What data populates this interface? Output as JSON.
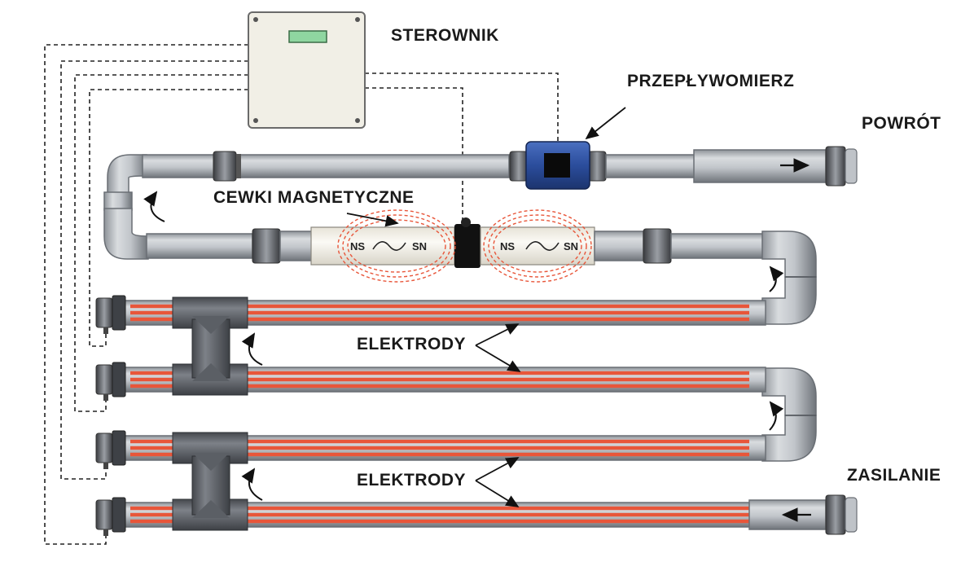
{
  "labels": {
    "controller": "STEROWNIK",
    "flowmeter": "PRZEPŁYWOMIERZ",
    "return": "POWRÓT",
    "coils": "CEWKI MAGNETYCZNE",
    "electrodes_1": "ELEKTRODY",
    "electrodes_2": "ELEKTRODY",
    "supply": "ZASILANIE"
  },
  "coils": {
    "coil_1": {
      "left": "NS",
      "right": "SN"
    },
    "coil_2": {
      "left": "NS",
      "right": "SN"
    }
  },
  "colors": {
    "pipe": "#c3c7cc",
    "pipe_dark": "#7a7f86",
    "fitting": "#62666c",
    "electrode_stripe": "#e8563a",
    "coil_field": "#e8563a",
    "flowmeter_body": "#2b4d9c",
    "controller_screen": "#8fd6a0",
    "controller_box": "#f1efe6"
  }
}
